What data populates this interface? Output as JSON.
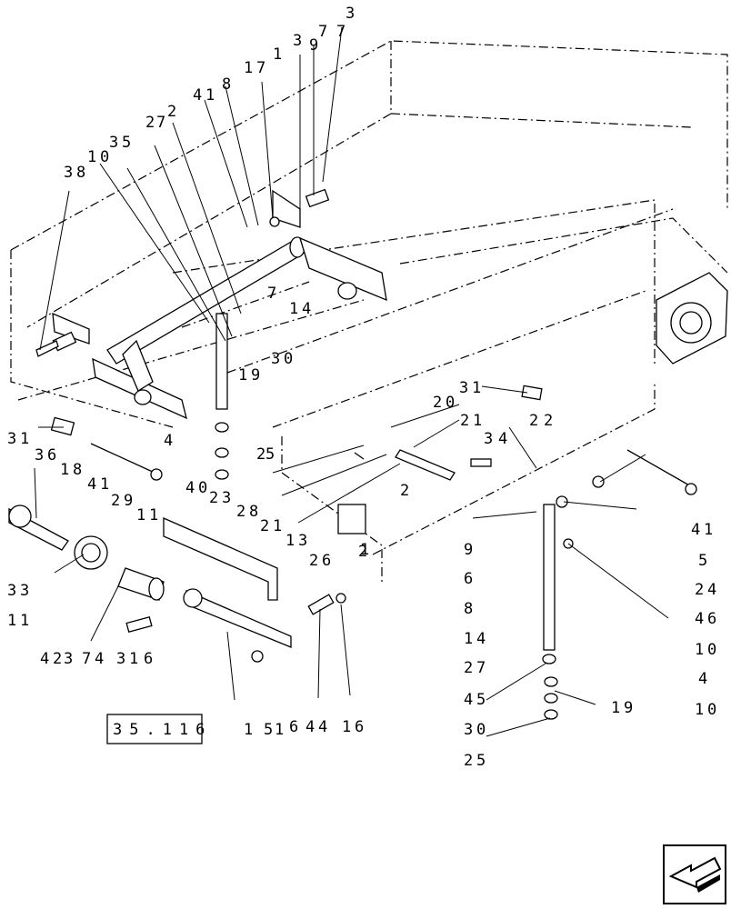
{
  "callouts": [
    "3",
    "4",
    "7",
    "9",
    "1",
    "3",
    "1",
    "7",
    "1",
    "8",
    "4",
    "1",
    "2",
    "8",
    "7",
    "3",
    "5",
    "1",
    "0",
    "3",
    "8",
    "7",
    "1",
    "4",
    "1",
    "9",
    "3",
    "0",
    "3",
    "1",
    "2",
    "0",
    "2",
    "1",
    "2",
    "2",
    "3",
    "4",
    "3",
    "1",
    "4",
    "3",
    "6",
    "1",
    "8",
    "4",
    "1",
    "2",
    "9",
    "1",
    "1",
    "4",
    "0",
    "2",
    "5",
    "2",
    "3",
    "2",
    "8",
    "2",
    "1",
    "1",
    "3",
    "2",
    "6",
    "1",
    "2",
    "2",
    "4",
    "1",
    "9",
    "6",
    "8",
    "1",
    "4",
    "2",
    "7",
    "4",
    "5",
    "3",
    "0",
    "2",
    "5",
    "5",
    "2",
    "4",
    "4",
    "6",
    "1",
    "0",
    "4",
    "1",
    "0",
    "1",
    "9",
    "3",
    "3",
    "1",
    "1",
    "4",
    "2",
    "3",
    "7",
    "4",
    "3",
    "1",
    "6",
    "1",
    "5",
    "1",
    "6",
    "4",
    "4",
    "1",
    "6"
  ],
  "reference_box": "35.116",
  "nav_icon": "arrow-icon"
}
